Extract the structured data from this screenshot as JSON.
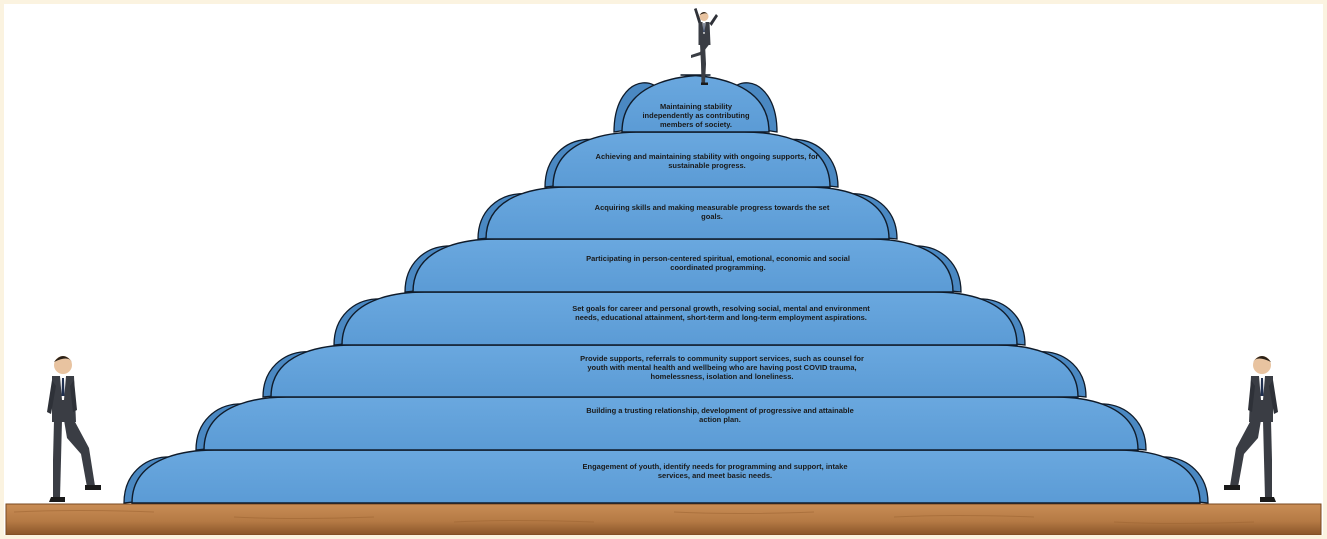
{
  "colors": {
    "tier_fill": "#5b9bd5",
    "tier_fill_dark": "#4a88c2",
    "outline": "#0f1b2a",
    "wood": "#b57a45",
    "wood_dark": "#8a5529",
    "suit": "#3a3d44",
    "background": "#ffffff"
  },
  "tiers": [
    {
      "text": "Engagement of youth, identify needs for programming and support, intake services, and meet basic needs."
    },
    {
      "text": "Building a trusting relationship, development of progressive and attainable action plan."
    },
    {
      "text": "Provide supports, referrals to community support services, such as counsel for youth with mental health and wellbeing who are having post COVID trauma, homelessness, isolation and loneliness."
    },
    {
      "text": "Set goals for career and personal growth, resolving social, mental and environment needs, educational attainment, short-term and long-term employment aspirations."
    },
    {
      "text": "Participating in person-centered spiritual, emotional, economic and social coordinated programming."
    },
    {
      "text": "Acquiring skills and making measurable progress towards the set goals."
    },
    {
      "text": "Achieving and maintaining stability with ongoing supports, for sustainable progress."
    },
    {
      "text": "Maintaining stability independently as contributing members of society."
    }
  ],
  "figures": [
    {
      "name": "person-climbing-left-icon"
    },
    {
      "name": "person-celebrating-top-icon"
    },
    {
      "name": "person-climbing-right-icon"
    }
  ]
}
